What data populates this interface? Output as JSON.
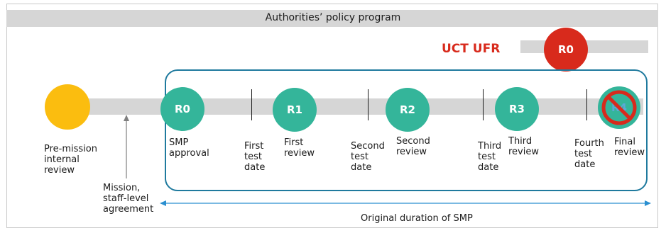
{
  "program_title": "Authorities’ policy program",
  "uct_ufr_label": "UCT UFR",
  "uct_circle_label": "R0",
  "premission_label": "Pre-mission\ninternal\nreview",
  "mission_label": "Mission,\nstaff-level\nagreement",
  "duration_label": "Original duration of SMP",
  "milestones": [
    {
      "circle": "R0",
      "caption": "SMP\napproval"
    },
    {
      "circle": "R1",
      "caption": "First\nreview"
    },
    {
      "circle": "R2",
      "caption": "Second\nreview"
    },
    {
      "circle": "R3",
      "caption": "Third\nreview"
    },
    {
      "circle": "R4",
      "caption": "Final\nreview"
    }
  ],
  "test_dates": [
    "First\ntest\ndate",
    "Second\ntest\ndate",
    "Third\ntest\ndate",
    "Fourth\ntest\ndate"
  ],
  "colors": {
    "teal": "#34b59a",
    "red": "#d82a1c",
    "yellow": "#fbbd0f",
    "border": "#1f7a9e",
    "arrow": "#2a8fd0",
    "gray_bar": "#d6d6d6"
  }
}
